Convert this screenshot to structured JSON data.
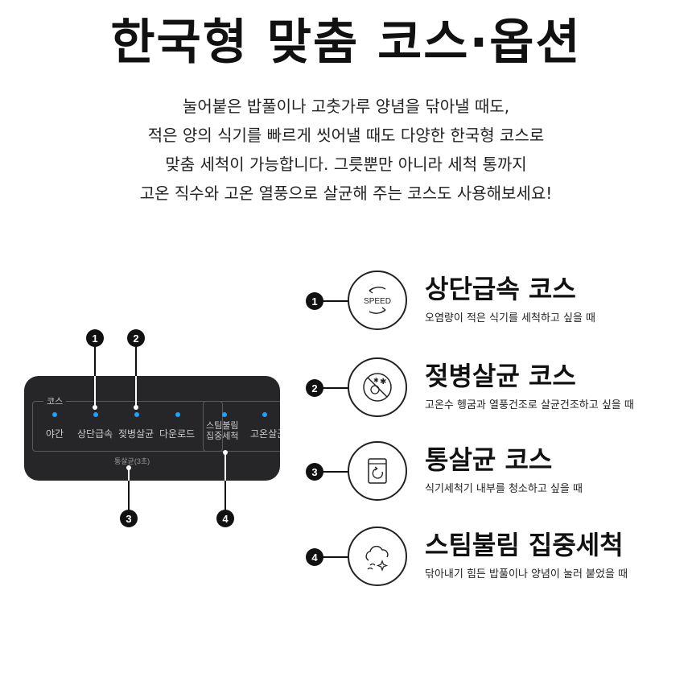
{
  "title": "한국형 맞춤 코스·옵션",
  "description": [
    "눌어붙은 밥풀이나 고춧가루 양념을 닦아낼 때도,",
    "적은 양의 식기를 빠르게 씻어낼 때도 다양한 한국형 코스로",
    "맞춤 세척이 가능합니다. 그릇뿐만 아니라 세척 통까지",
    "고온 직수와 고온 열풍으로 살균해 주는 코스도 사용해보세요!"
  ],
  "panel": {
    "group_label": "코스",
    "buttons": [
      "야간",
      "상단급속",
      "젖병살균",
      "다운로드"
    ],
    "buttons2": [
      "스팀불림\n집중세척",
      "고온살균"
    ],
    "sub_label": "통살균(3초)",
    "led_color": "#1aa3ff",
    "callouts": [
      "1",
      "2",
      "3",
      "4"
    ]
  },
  "features": [
    {
      "num": "1",
      "icon": "speed-icon",
      "icon_text": "SPEED",
      "title": "상단급속 코스",
      "subtitle": "오염량이 적은 식기를 세척하고 싶을 때"
    },
    {
      "num": "2",
      "icon": "bottle-sterilize-icon",
      "title": "젖병살균 코스",
      "subtitle": "고온수 헹굼과 열풍건조로 살균건조하고 싶을 때"
    },
    {
      "num": "3",
      "icon": "tub-clean-icon",
      "title": "통살균 코스",
      "subtitle": "식기세척기 내부를 청소하고 싶을 때"
    },
    {
      "num": "4",
      "icon": "steam-soak-icon",
      "title": "스팀불림 집중세척",
      "subtitle": "닦아내기 힘든 밥풀이나 양념이 눌러 붙었을 때"
    }
  ]
}
